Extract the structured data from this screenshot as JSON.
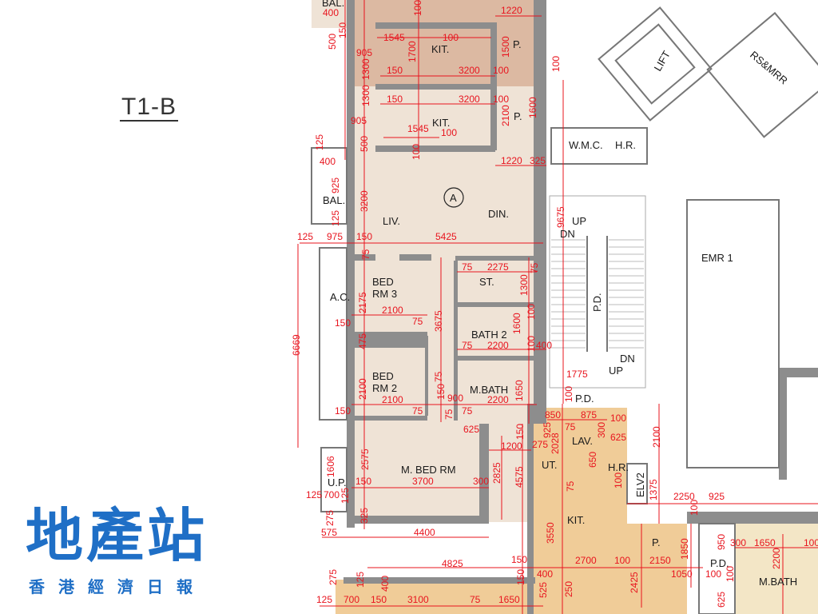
{
  "title": "T1-B",
  "logo": {
    "main": "地產站",
    "sub": "香港經濟日報"
  },
  "colors": {
    "unit_a": "#efe3d6",
    "upper_unit": "#dcb9a2",
    "adjacent_unit": "#f0cc98",
    "wall": "#8d8d8d",
    "dimension": "#e8141e",
    "logo": "#1f6fc6"
  },
  "unit_marker": "A",
  "rooms": [
    "BAL.",
    "KIT.",
    "P.",
    "KIT.",
    "P.",
    "BAL.",
    "LIV.",
    "DIN.",
    "W.M.C.",
    "H.R.",
    "LIFT",
    "RS&MRR",
    "EMR 1",
    "BED",
    "RM 3",
    "ST.",
    "A.C.",
    "BATH 2",
    "BED",
    "RM 2",
    "M.BATH",
    "P.D.",
    "M. BED RM",
    "U.P.",
    "LAV.",
    "UT.",
    "H.R.",
    "ELV2",
    "KIT.",
    "P.",
    "P.D.",
    "M.BATH",
    "UP",
    "DN",
    "UP",
    "DN",
    "P.D."
  ],
  "dimensions": [
    "400",
    "150",
    "500",
    "1220",
    "100",
    "1545",
    "100",
    "1700",
    "905",
    "1300",
    "1500",
    "150",
    "3200",
    "100",
    "100",
    "1300",
    "150",
    "3200",
    "100",
    "2100",
    "1600",
    "905",
    "1545",
    "100",
    "500",
    "100",
    "1220",
    "325",
    "125",
    "400",
    "925",
    "125",
    "3200",
    "125",
    "975",
    "150",
    "5425",
    "9675",
    "75",
    "75",
    "2275",
    "75",
    "1300",
    "2175",
    "2100",
    "150",
    "75",
    "3675",
    "1600",
    "100",
    "475",
    "75",
    "2200",
    "100",
    "400",
    "6669",
    "2100",
    "75",
    "150",
    "900",
    "1650",
    "2100",
    "150",
    "75",
    "75",
    "2200",
    "75",
    "625",
    "1775",
    "100",
    "1200",
    "275",
    "2825",
    "4575",
    "150",
    "2575",
    "1606",
    "150",
    "3700",
    "300",
    "125",
    "700",
    "125",
    "325",
    "275",
    "575",
    "4400",
    "4825",
    "150",
    "275",
    "125",
    "400",
    "125",
    "700",
    "150",
    "3100",
    "75",
    "1650",
    "150",
    "850",
    "875",
    "100",
    "925",
    "75",
    "300",
    "625",
    "2028",
    "650",
    "2100",
    "100",
    "1375",
    "2250",
    "925",
    "75",
    "3550",
    "100",
    "1850",
    "950",
    "300",
    "1650",
    "100",
    "2700",
    "100",
    "2150",
    "1050",
    "100",
    "100",
    "2200",
    "400",
    "525",
    "250",
    "2425",
    "625"
  ]
}
